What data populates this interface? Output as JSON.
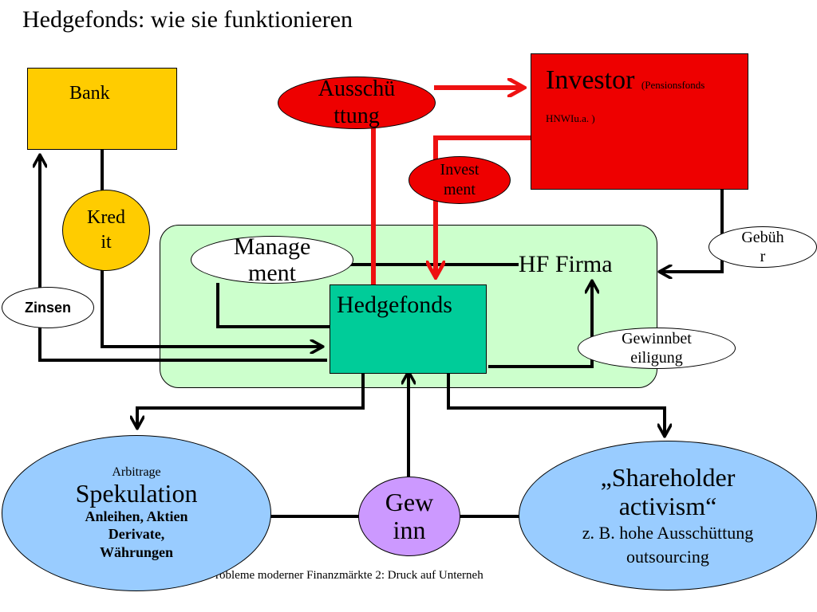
{
  "title": "Hedgefonds: wie sie funktionieren",
  "footer": "robleme moderner Finanzmärkte 2: Druck auf Unterneh",
  "nodes": {
    "bank": "Bank",
    "investor": "Investor",
    "investor_sub_1": "(Pensionsfonds",
    "investor_sub_2": "HNWIu.a. )",
    "hf_firma": "HF Firma",
    "hedgefonds": "Hedgefonds"
  },
  "labels": {
    "ausschuettung_1": "Ausschü",
    "ausschuettung_2": "ttung",
    "investment_1": "Invest",
    "investment_2": "ment",
    "kredit_1": "Kred",
    "kredit_2": "it",
    "management_1": "Manage",
    "management_2": "ment",
    "gebuehr_1": "Gebüh",
    "gebuehr_2": "r",
    "zinsen": "Zinsen",
    "gewinnbeteiligung_1": "Gewinnbet",
    "gewinnbeteiligung_2": "eiligung",
    "gewinn_1": "Gew",
    "gewinn_2": "inn"
  },
  "spekulation": {
    "top": "Arbitrage",
    "main": "Spekulation",
    "line_1": "Anleihen, Aktien",
    "line_2": "Derivate,",
    "line_3": "Währungen"
  },
  "shareholder": {
    "main_1": "„Shareholder",
    "main_2": "activism“",
    "line_1": "z. B. hohe Ausschüttung",
    "line_2": "outsourcing"
  },
  "colors": {
    "bank": "#ffcc00",
    "investor": "#ee0000",
    "hf_area": "#ccffcc",
    "hedgefonds": "#00cc99",
    "arrow_red": "#ee1111",
    "ellipse_blue": "#99ccff",
    "gewinn": "#cc99ff"
  }
}
